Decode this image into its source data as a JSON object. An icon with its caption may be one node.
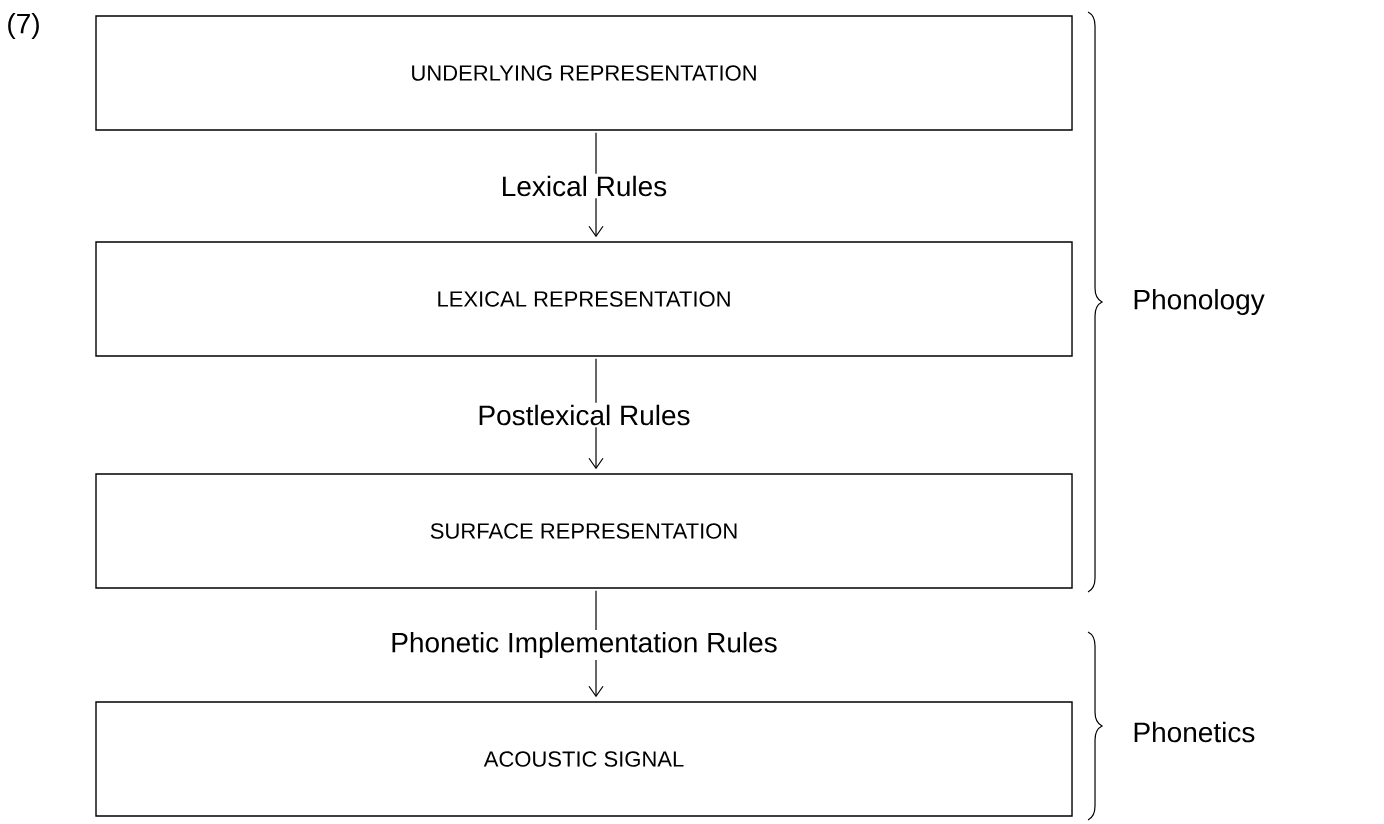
{
  "diagram": {
    "nodes": [
      {
        "text": [
          "UNDERLYING REPRESENTATION"
        ]
      },
      {
        "text": [
          "LEXICAL REPRESENTATION"
        ]
      },
      {
        "text": [
          "SURFACE REPRESENTATION"
        ]
      },
      {
        "text": [
          "ACOUSTIC SIGNAL"
        ]
      }
    ],
    "edges": [
      {
        "from": 0,
        "to": 1,
        "arrow": "to",
        "label": "Lexical Rules"
      },
      {
        "from": 1,
        "to": 2,
        "arrow": "to",
        "label": "Postlexical Rules"
      },
      {
        "from": 2,
        "to": 3,
        "arrow": "to",
        "label": "Phonetic Implementation Rules"
      }
    ],
    "labels": [
      "(7)",
      "Phonology",
      "Phonetics"
    ]
  }
}
